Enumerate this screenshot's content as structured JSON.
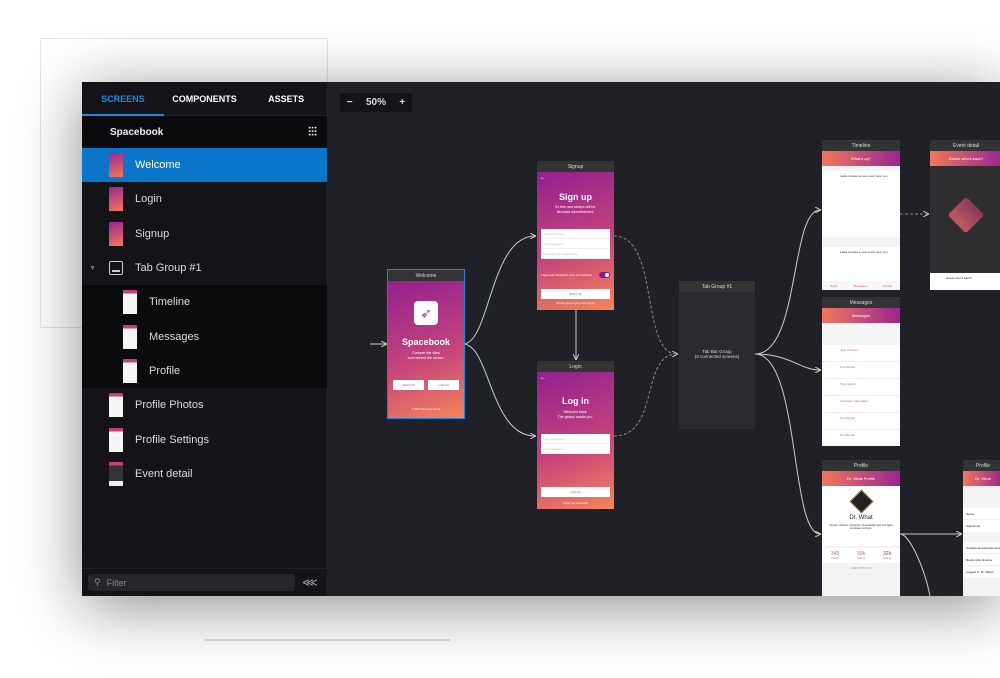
{
  "sidebar": {
    "tabs": [
      "SCREENS",
      "COMPONENTS",
      "ASSETS"
    ],
    "project": "Spacebook",
    "items": [
      {
        "label": "Welcome",
        "selected": true
      },
      {
        "label": "Login"
      },
      {
        "label": "Signup"
      },
      {
        "label": "Tab Group #1",
        "group": true
      },
      {
        "label": "Timeline",
        "sub": true
      },
      {
        "label": "Messages",
        "sub": true
      },
      {
        "label": "Profile",
        "sub": true
      },
      {
        "label": "Profile Photos"
      },
      {
        "label": "Profile Settings"
      },
      {
        "label": "Event detail"
      }
    ],
    "filter_placeholder": "Filter"
  },
  "canvas": {
    "zoom": "50%",
    "welcome": {
      "title": "Welcome",
      "app": "Spacebook",
      "tagline1": "Conquer the stars",
      "tagline2": "from behind the screen.",
      "signup": "SIGN UP",
      "login": "LOG IN",
      "footer": "© 2018 Supernova Studio"
    },
    "signup": {
      "title": "Signup",
      "heading": "Sign up",
      "sub1": "It's free and always will be.",
      "sub2": "Because advertisement.",
      "f1": "Your username",
      "f2": "Your password",
      "f3": "Password (8+ characters)",
      "terms": "I agree with Intergalactic terms and conditions",
      "button": "SIGN UP",
      "footer": "Already gave us your soul? Log in!"
    },
    "login": {
      "title": "Login",
      "heading": "Log in",
      "sub1": "Welcome back.",
      "sub2": "The galaxy awaits you.",
      "f1": "Your username",
      "f2": "Your password",
      "button": "LOG IN",
      "footer": "Forgot your password?"
    },
    "tabgroup": {
      "title": "Tab Group #1",
      "line1": "Tab Bar Group",
      "line2": "(3 connected screens)"
    },
    "timeline": {
      "title": "Timeline",
      "header": "What's up?",
      "post": "Laika created a new event near you",
      "tabs": [
        "News",
        "Messages",
        "Profile"
      ]
    },
    "event": {
      "title": "Event detail",
      "header": "Guess who's back?",
      "card": "Guess who's back?"
    },
    "messages": {
      "title": "Messages",
      "header": "Messages",
      "senders": [
        "Jack O'Kneel",
        "Fox Murder",
        "Time Spark",
        "Lukewarm Skywalker",
        "Fox Murder",
        "Fox Murder"
      ]
    },
    "profile": {
      "title": "Profile",
      "header": "Dr. What Profile",
      "name": "Dr. What",
      "bio": "Traveler, dreamer, showman. Occasionally gets into fights, not always survives.",
      "stats": [
        {
          "v": "345",
          "l": "Photos"
        },
        {
          "v": "59k",
          "l": "Sailors"
        },
        {
          "v": "32k",
          "l": "Ending"
        }
      ],
      "latest": "LATEST PHOTOS"
    },
    "settings": {
      "title": "Profile",
      "header": "Dr. What",
      "rows": [
        "Name",
        "Spacemail",
        "Occasional advertisement",
        "Randomize timeline",
        "Logged in: Dr. Whom"
      ]
    }
  },
  "colors": {
    "accent": "#0a75c9",
    "gradient_start": "#92208f",
    "gradient_end": "#f48559"
  }
}
